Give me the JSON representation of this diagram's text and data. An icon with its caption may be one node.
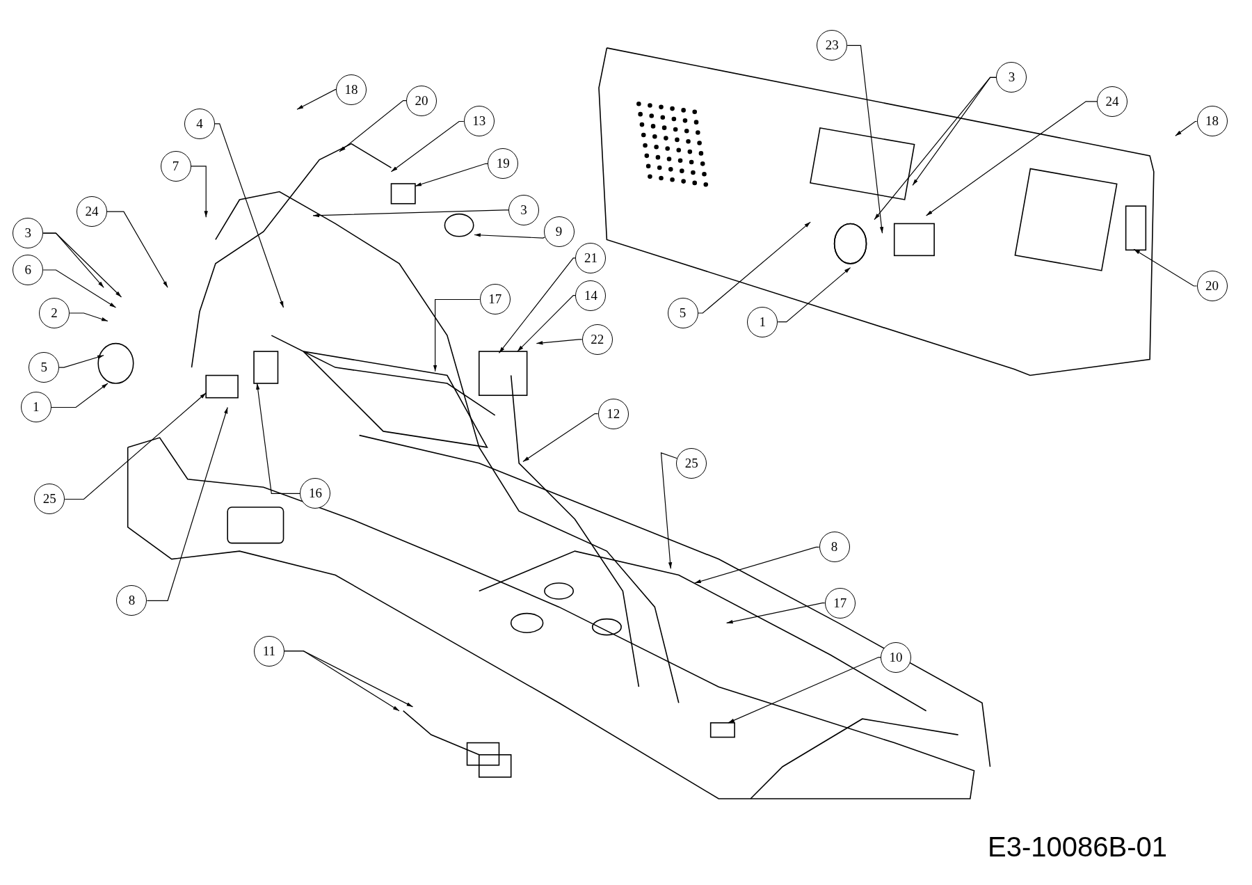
{
  "diagram": {
    "nodes": [
      {
        "text": [
          "23"
        ]
      },
      {
        "text": [
          "3"
        ]
      },
      {
        "text": [
          "18"
        ]
      },
      {
        "text": [
          "20"
        ]
      },
      {
        "text": [
          "24"
        ]
      },
      {
        "text": [
          "13"
        ]
      },
      {
        "text": [
          "18"
        ]
      },
      {
        "text": [
          "4"
        ]
      },
      {
        "text": [
          "19"
        ]
      },
      {
        "text": [
          "7"
        ]
      },
      {
        "text": [
          "3"
        ]
      },
      {
        "text": [
          "24"
        ]
      },
      {
        "text": [
          "9"
        ]
      },
      {
        "text": [
          "3"
        ]
      },
      {
        "text": [
          "21"
        ]
      },
      {
        "text": [
          "6"
        ]
      },
      {
        "text": [
          "20"
        ]
      },
      {
        "text": [
          "14"
        ]
      },
      {
        "text": [
          "17"
        ]
      },
      {
        "text": [
          "5"
        ]
      },
      {
        "text": [
          "2"
        ]
      },
      {
        "text": [
          "1"
        ]
      },
      {
        "text": [
          "22"
        ]
      },
      {
        "text": [
          "5"
        ]
      },
      {
        "text": [
          "1"
        ]
      },
      {
        "text": [
          "12"
        ]
      },
      {
        "text": [
          "25"
        ]
      },
      {
        "text": [
          "16"
        ]
      },
      {
        "text": [
          "25"
        ]
      },
      {
        "text": [
          "8"
        ]
      },
      {
        "text": [
          "8"
        ]
      },
      {
        "text": [
          "17"
        ]
      },
      {
        "text": [
          "11"
        ]
      },
      {
        "text": [
          "10"
        ]
      }
    ],
    "edges": [
      {
        "from": 0,
        "to": null,
        "arrow": "to"
      },
      {
        "from": 1,
        "to": null,
        "arrow": "to"
      },
      {
        "from": 1,
        "to": null,
        "arrow": "to"
      },
      {
        "from": 2,
        "to": null,
        "arrow": "to"
      },
      {
        "from": 3,
        "to": null,
        "arrow": "to"
      },
      {
        "from": 4,
        "to": null,
        "arrow": "to"
      },
      {
        "from": 5,
        "to": null,
        "arrow": "to"
      },
      {
        "from": 6,
        "to": null,
        "arrow": "to"
      },
      {
        "from": 7,
        "to": null,
        "arrow": "to"
      },
      {
        "from": 8,
        "to": null,
        "arrow": "to"
      },
      {
        "from": 9,
        "to": null,
        "arrow": "to"
      },
      {
        "from": 10,
        "to": null,
        "arrow": "to"
      },
      {
        "from": 11,
        "to": null,
        "arrow": "to"
      },
      {
        "from": 12,
        "to": null,
        "arrow": "to"
      },
      {
        "from": 13,
        "to": null,
        "arrow": "to"
      },
      {
        "from": 13,
        "to": null,
        "arrow": "to"
      },
      {
        "from": 14,
        "to": null,
        "arrow": "to"
      },
      {
        "from": 15,
        "to": null,
        "arrow": "to"
      },
      {
        "from": 16,
        "to": null,
        "arrow": "to"
      },
      {
        "from": 17,
        "to": null,
        "arrow": "to"
      },
      {
        "from": 18,
        "to": null,
        "arrow": "to"
      },
      {
        "from": 19,
        "to": null,
        "arrow": "to"
      },
      {
        "from": 20,
        "to": null,
        "arrow": "to"
      },
      {
        "from": 21,
        "to": null,
        "arrow": "to"
      },
      {
        "from": 22,
        "to": null,
        "arrow": "to"
      },
      {
        "from": 23,
        "to": null,
        "arrow": "to"
      },
      {
        "from": 24,
        "to": null,
        "arrow": "to"
      },
      {
        "from": 25,
        "to": null,
        "arrow": "to"
      },
      {
        "from": 26,
        "to": null,
        "arrow": "to"
      },
      {
        "from": 27,
        "to": null,
        "arrow": "to"
      },
      {
        "from": 28,
        "to": null,
        "arrow": "to"
      },
      {
        "from": 29,
        "to": null,
        "arrow": "to"
      },
      {
        "from": 30,
        "to": null,
        "arrow": "to"
      },
      {
        "from": 31,
        "to": null,
        "arrow": "to"
      },
      {
        "from": 32,
        "to": null,
        "arrow": "to"
      },
      {
        "from": 32,
        "to": null,
        "arrow": "to"
      },
      {
        "from": 33,
        "to": null,
        "arrow": "to"
      }
    ],
    "labels": [
      "E3-10086B-01"
    ]
  }
}
